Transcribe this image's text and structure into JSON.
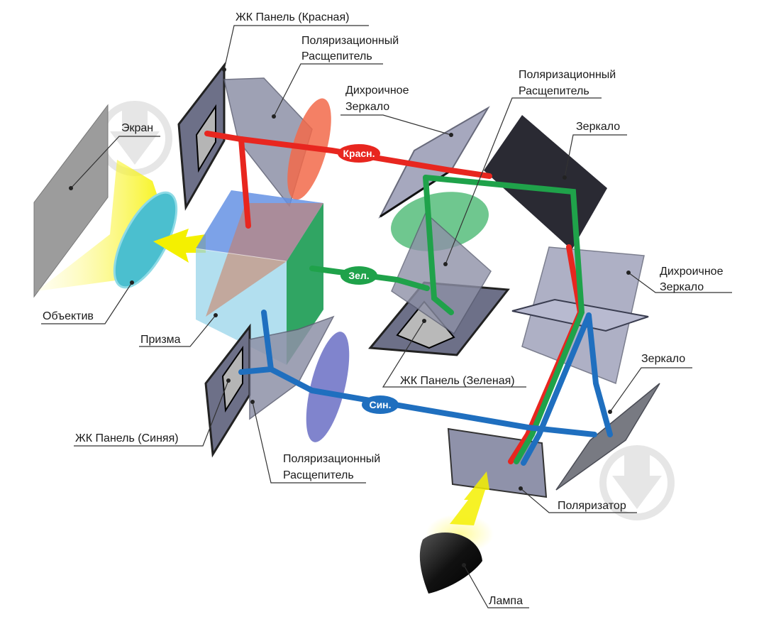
{
  "labels": {
    "lcd_red": "ЖК Панель (Красная)",
    "pol_split_red_1": "Поляризационный",
    "pol_split_red_2": "Расщепитель",
    "dichroic_top_1": "Дихроичное",
    "dichroic_top_2": "Зеркало",
    "pol_split_green_1": "Поляризационный",
    "pol_split_green_2": "Расщепитель",
    "mirror_top": "Зеркало",
    "screen": "Экран",
    "dichroic_right_1": "Дихроичное",
    "dichroic_right_2": "Зеркало",
    "lens": "Объектив",
    "prism": "Призма",
    "lcd_green": "ЖК Панель (Зеленая)",
    "mirror_bottom": "Зеркало",
    "lcd_blue": "ЖК Панель (Синяя)",
    "pol_split_blue_1": "Поляризационный",
    "pol_split_blue_2": "Расщепитель",
    "polarizer": "Поляризатор",
    "lamp": "Лампа"
  },
  "beams": {
    "red": "Красн.",
    "green": "Зел.",
    "blue": "Син."
  },
  "colors": {
    "red_beam": "#e8261f",
    "green_beam": "#1fa24a",
    "blue_beam": "#1f6fbf",
    "panel": "#9aa0b8",
    "mirror_dark": "#2a2a33",
    "lens_cyan": "#4bbfcf",
    "light_yellow": "#f4f000"
  }
}
